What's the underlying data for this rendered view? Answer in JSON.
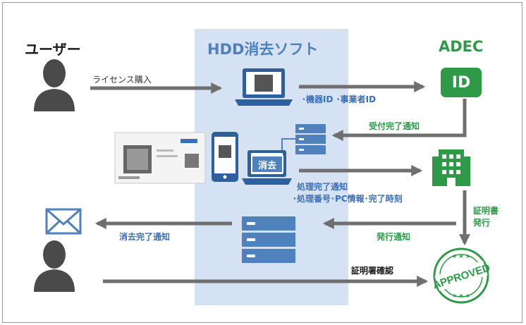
{
  "headers": {
    "user": "ユーザー",
    "software": "HDD消去ソフト",
    "adec": "ADEC"
  },
  "labels": {
    "license_purchase": "ライセンス購入",
    "device_business_id": "･機器ID ･事業者ID",
    "receipt_notice": "受付完了通知",
    "erase": "消去",
    "processing_done": "処理完了通知",
    "processing_details": "･処理番号･PC情報･完了時刻",
    "certificate_issue_1": "証明書",
    "certificate_issue_2": "発行",
    "issue_notice": "発行通知",
    "erase_done_notice": "消去完了通知",
    "certificate_confirm": "証明署確認",
    "id_badge": "ID",
    "approved": "APPROVED"
  },
  "colors": {
    "blue": "#4f81bd",
    "green": "#2e9a48",
    "arrow_grey": "#6f6f6f",
    "panel_bg": "#d5e2f3"
  },
  "icons": [
    "user-icon",
    "laptop-icon",
    "tablet-icon",
    "server-icon",
    "building-icon",
    "mail-icon",
    "approved-stamp-icon",
    "license-card-icon"
  ]
}
